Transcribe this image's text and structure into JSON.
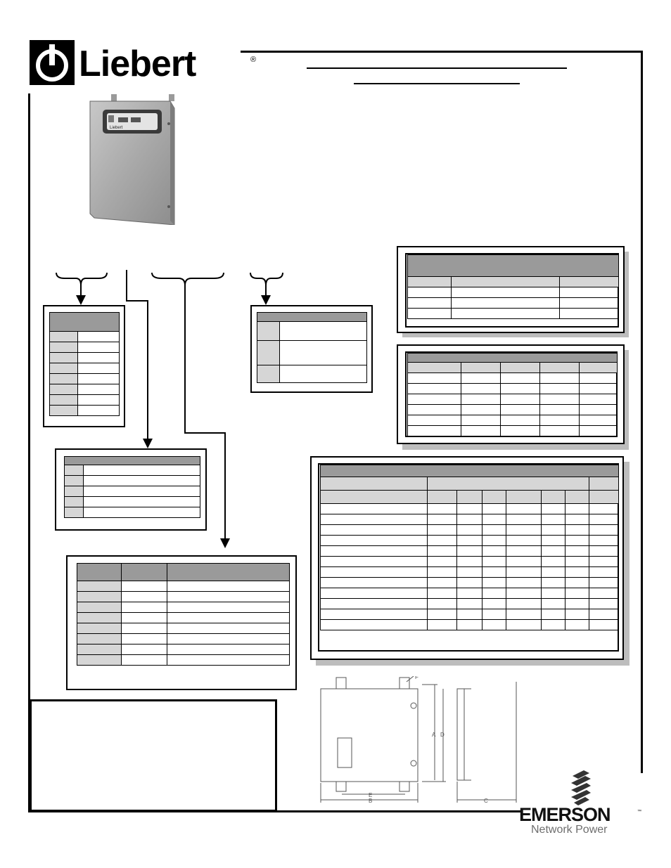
{
  "brand": {
    "name": "Liebert",
    "registered_mark": "®"
  },
  "footer_brand": {
    "name": "EMERSON",
    "tagline": "Network Power",
    "trademark": "™"
  },
  "dimension_labels": {
    "a": "A",
    "b": "B",
    "c": "C",
    "d": "D",
    "e": "E",
    "f": "F"
  },
  "colors": {
    "table_header_gray": "#9a9a9a",
    "cell_gray": "#d6d6d6",
    "shadow": "#bdbdbd",
    "emerson_gray": "#6e6e6e"
  }
}
